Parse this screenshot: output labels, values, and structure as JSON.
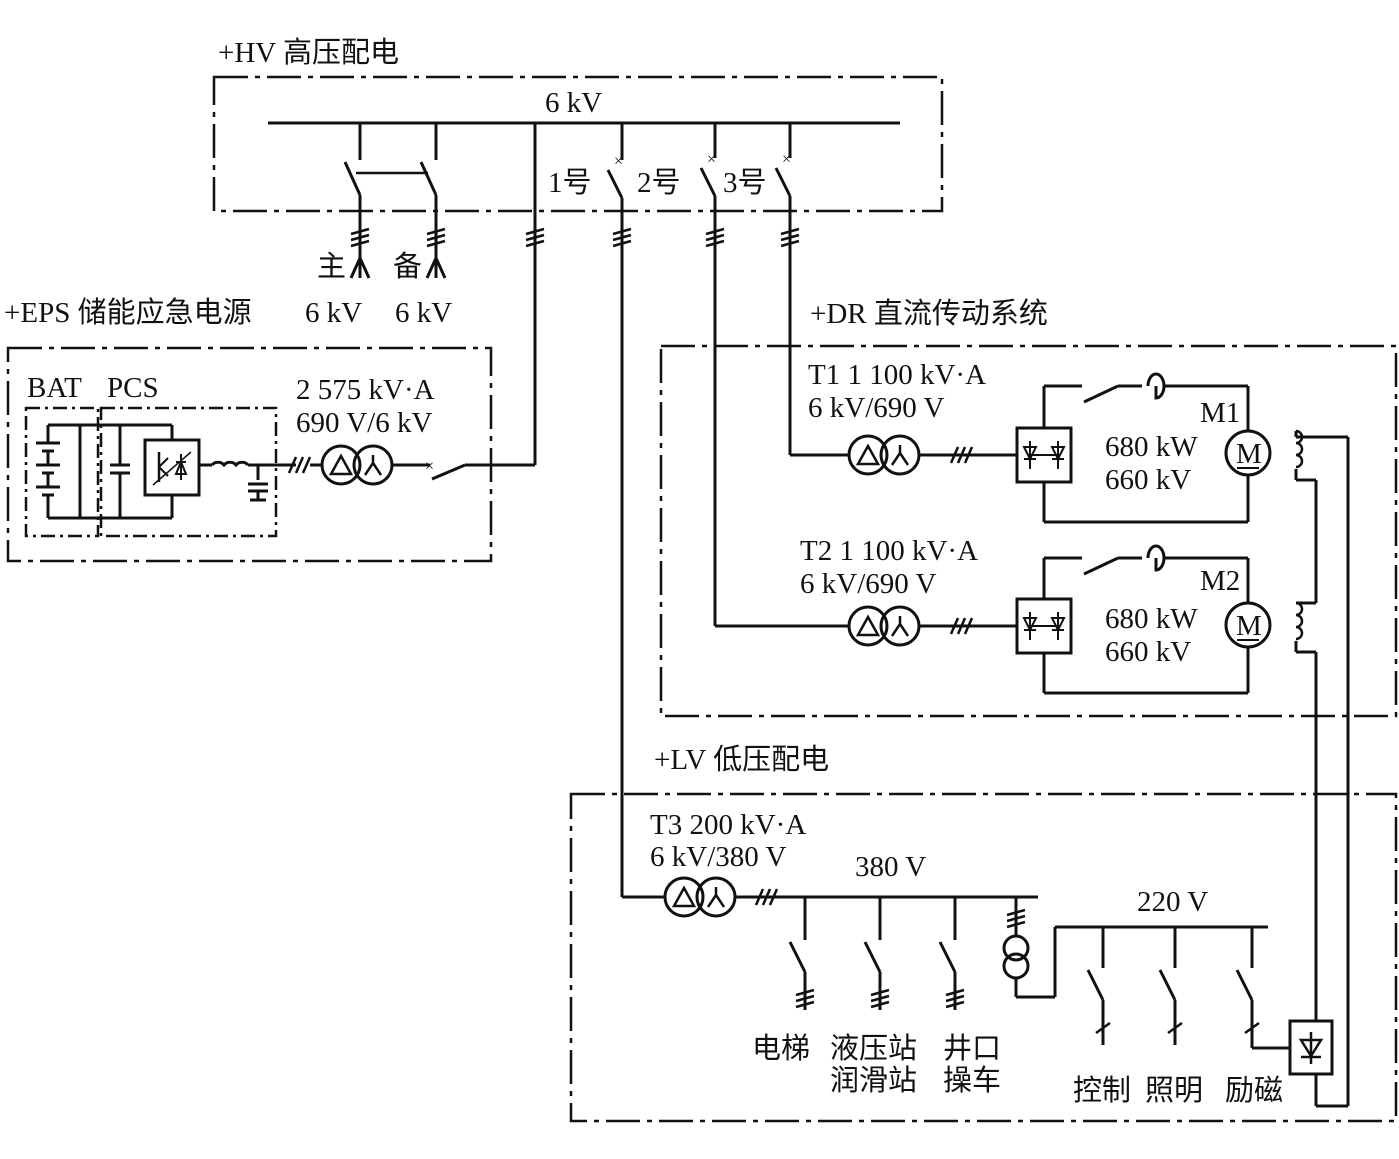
{
  "sections": {
    "hv": {
      "title": "+HV 高压配电",
      "bus_voltage": "6 kV",
      "feeders": [
        "1号",
        "2号",
        "3号"
      ],
      "incomers": {
        "main_label": "主",
        "main_voltage": "6 kV",
        "standby_label": "备",
        "standby_voltage": "6 kV"
      }
    },
    "eps": {
      "title": "+EPS 储能应急电源",
      "bat_label": "BAT",
      "pcs_label": "PCS",
      "transformer_rating": "2 575 kV·A",
      "transformer_ratio": "690 V/6 kV"
    },
    "dr": {
      "title": "+DR 直流传动系统",
      "t1_rating": "T1 1 100 kV·A",
      "t1_ratio": "6 kV/690 V",
      "m1_name": "M1",
      "m1_power": "680 kW",
      "m1_voltage": "660 kV",
      "t2_rating": "T2 1 100 kV·A",
      "t2_ratio": "6 kV/690 V",
      "m2_name": "M2",
      "m2_power": "680 kW",
      "m2_voltage": "660 kV"
    },
    "lv": {
      "title": "+LV 低压配电",
      "t3_rating": "T3 200 kV·A",
      "t3_ratio": "6 kV/380 V",
      "bus_380": "380 V",
      "bus_220": "220 V",
      "loads_380": [
        "电梯",
        "液压站",
        "润滑站",
        "井口",
        "操车"
      ],
      "loads_220": [
        "控制",
        "照明",
        "励磁"
      ]
    }
  },
  "symbols": {
    "motor": "M",
    "delta": "Δ",
    "wye": "⅄"
  }
}
